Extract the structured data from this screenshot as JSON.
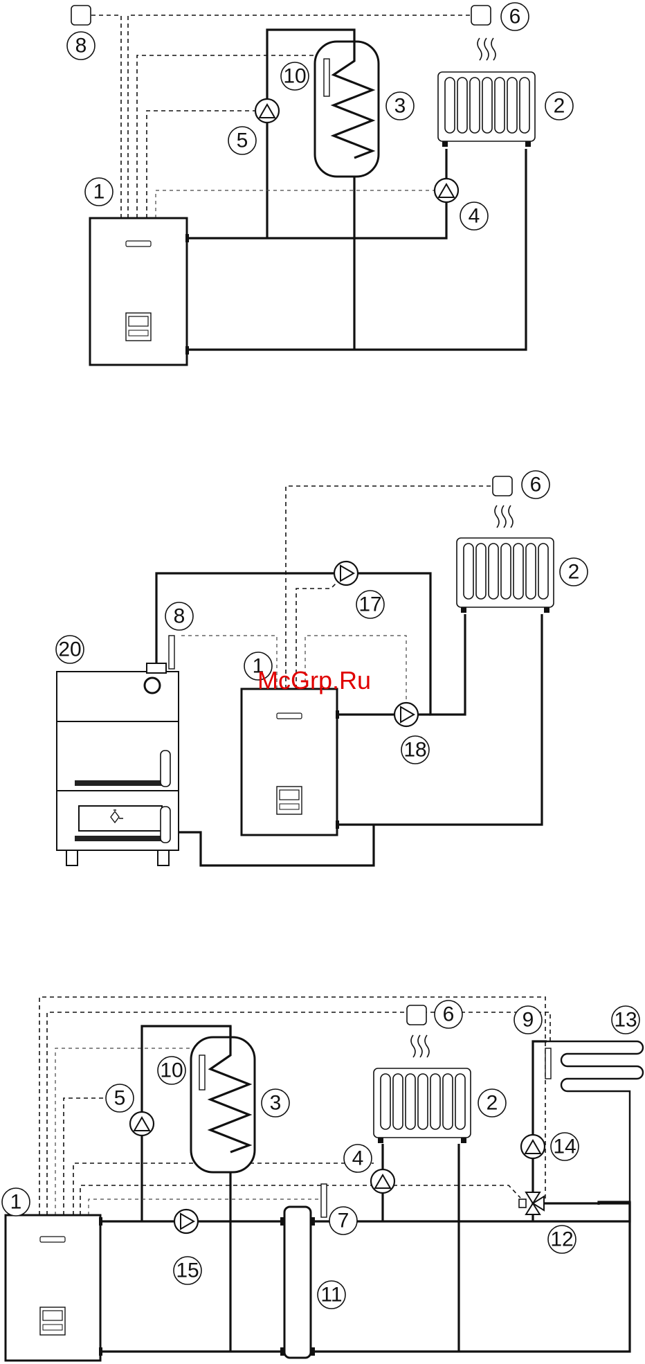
{
  "diagram1": {
    "labels": {
      "boiler": "1",
      "radiator": "2",
      "tank": "3",
      "pump_heating": "4",
      "pump_dhw": "5",
      "room_sensor": "6",
      "outdoor_sensor": "8",
      "tank_sensor": "10"
    }
  },
  "diagram2": {
    "labels": {
      "boiler": "1",
      "radiator": "2",
      "room_sensor": "6",
      "flue_sensor": "8",
      "pump_solid": "17",
      "pump_heating": "18",
      "solid_boiler": "20"
    }
  },
  "diagram3": {
    "labels": {
      "boiler": "1",
      "radiator": "2",
      "tank": "3",
      "pump_heating": "4",
      "pump_dhw": "5",
      "room_sensor": "6",
      "separator_sensor": "7",
      "floor_sensor": "9",
      "tank_sensor": "10",
      "separator": "11",
      "mixing_valve": "12",
      "floor_loop": "13",
      "pump_floor": "14",
      "pump_boiler": "15"
    }
  },
  "watermark": "McGrp.Ru",
  "colors": {
    "line": "#111111",
    "watermark": "#e00000",
    "background": "#ffffff"
  }
}
